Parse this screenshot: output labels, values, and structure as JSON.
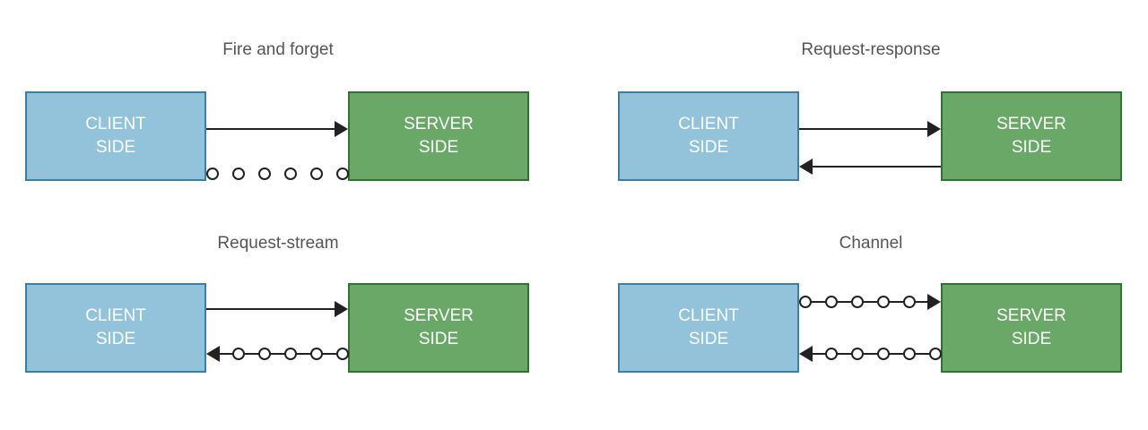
{
  "panels": [
    {
      "title": "Fire and forget",
      "client": [
        "CLIENT",
        "SIDE"
      ],
      "server": [
        "SERVER",
        "SIDE"
      ]
    },
    {
      "title": "Request-response",
      "client": [
        "CLIENT",
        "SIDE"
      ],
      "server": [
        "SERVER",
        "SIDE"
      ]
    },
    {
      "title": "Request-stream",
      "client": [
        "CLIENT",
        "SIDE"
      ],
      "server": [
        "SERVER",
        "SIDE"
      ]
    },
    {
      "title": "Channel",
      "client": [
        "CLIENT",
        "SIDE"
      ],
      "server": [
        "SERVER",
        "SIDE"
      ]
    }
  ]
}
